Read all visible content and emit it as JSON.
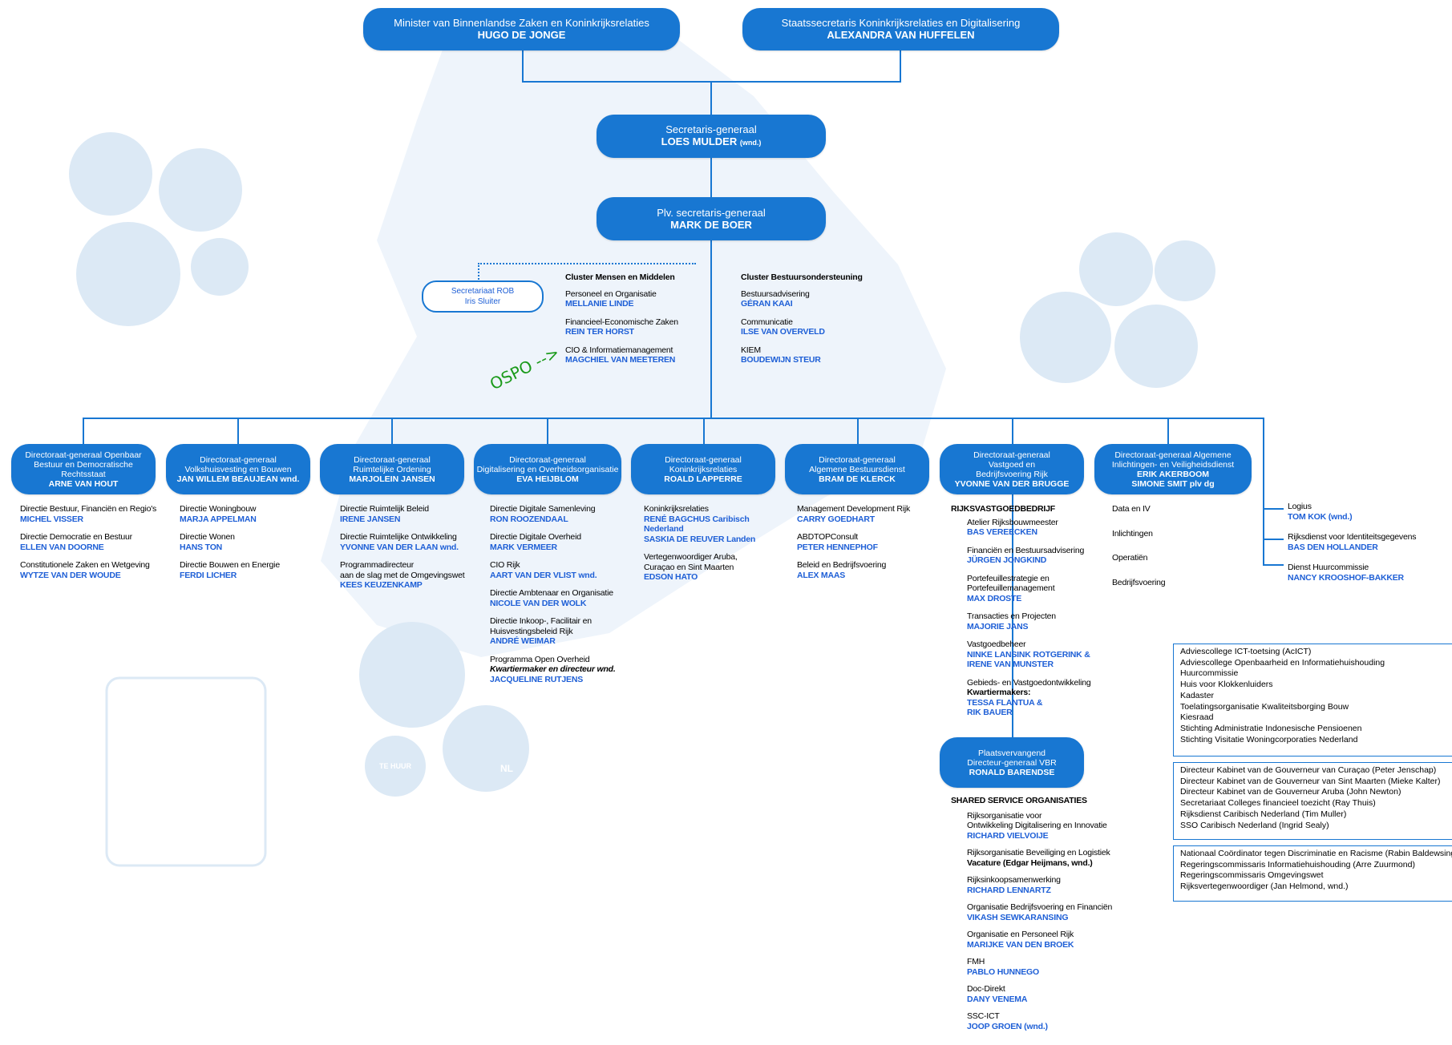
{
  "minister": {
    "title": "Minister van Binnenlandse Zaken en Koninkrijksrelaties",
    "name": "HUGO DE JONGE"
  },
  "staatssecretaris": {
    "title": "Staatssecretaris Koninkrijksrelaties en Digitalisering",
    "name": "ALEXANDRA VAN HUFFELEN"
  },
  "sg": {
    "title": "Secretaris-generaal",
    "name": "LOES MULDER",
    "suffix": "(wnd.)"
  },
  "psg": {
    "title": "Plv. secretaris-generaal",
    "name": "MARK DE BOER"
  },
  "rob": {
    "title": "Secretariaat ROB",
    "name": "Iris Sluiter"
  },
  "ospo": "OSPO -->",
  "cluster_mensen": {
    "header": "Cluster Mensen en Middelen",
    "items": [
      {
        "label": "Personeel en Organisatie",
        "name": "MELLANIE LINDE"
      },
      {
        "label": "Financieel-Economische Zaken",
        "name": "REIN TER HORST"
      },
      {
        "label": "CIO & Informatiemanagement",
        "name": "MAGCHIEL VAN MEETEREN"
      }
    ]
  },
  "cluster_bestuur": {
    "header": "Cluster Bestuursondersteuning",
    "items": [
      {
        "label": "Bestuursadvisering",
        "name": "GÉRAN KAAI"
      },
      {
        "label": "Communicatie",
        "name": "ILSE VAN OVERVELD"
      },
      {
        "label": "KIEM",
        "name": "BOUDEWIJN STEUR"
      }
    ]
  },
  "dgs": [
    {
      "l1": "Directoraat-generaal Openbaar",
      "l2": "Bestuur en Democratische Rechtsstaat",
      "name": "ARNE VAN HOUT"
    },
    {
      "l1": "Directoraat-generaal",
      "l2": "Volkshuisvesting en Bouwen",
      "name": "JAN WILLEM BEAUJEAN wnd."
    },
    {
      "l1": "Directoraat-generaal",
      "l2": "Ruimtelijke Ordening",
      "name": "MARJOLEIN JANSEN"
    },
    {
      "l1": "Directoraat-generaal",
      "l2": "Digitalisering en Overheidsorganisatie",
      "name": "EVA HEIJBLOM"
    },
    {
      "l1": "Directoraat-generaal",
      "l2": "Koninkrijksrelaties",
      "name": "ROALD LAPPERRE"
    },
    {
      "l1": "Directoraat-generaal",
      "l2": "Algemene Bestuursdienst",
      "name": "BRAM DE KLERCK"
    },
    {
      "l1": "Directoraat-generaal",
      "l2": "Vastgoed en",
      "l3": "Bedrijfsvoering Rijk",
      "name": "YVONNE VAN DER BRUGGE"
    },
    {
      "l1": "Directoraat-generaal Algemene",
      "l2": "Inlichtingen- en Veiligheidsdienst",
      "name": "ERIK AKERBOOM",
      "name2": "SIMONE SMIT plv dg"
    }
  ],
  "col1": [
    {
      "label": "Directie Bestuur, Financiën en Regio's",
      "name": "MICHEL VISSER"
    },
    {
      "label": "Directie Democratie en Bestuur",
      "name": "ELLEN VAN DOORNE"
    },
    {
      "label": "Constitutionele Zaken en Wetgeving",
      "name": "WYTZE VAN DER WOUDE"
    }
  ],
  "col2": [
    {
      "label": "Directie Woningbouw",
      "name": "MARJA APPELMAN"
    },
    {
      "label": "Directie Wonen",
      "name": "HANS TON"
    },
    {
      "label": "Directie Bouwen en Energie",
      "name": "FERDI LICHER"
    }
  ],
  "col3": [
    {
      "label": "Directie Ruimtelijk Beleid",
      "name": "IRENE JANSEN"
    },
    {
      "label": "Directie Ruimtelijke Ontwikkeling",
      "name": "YVONNE VAN DER LAAN wnd."
    },
    {
      "label": "Programmadirecteur",
      "label2": "aan de slag met de Omgevingswet",
      "name": "KEES KEUZENKAMP"
    }
  ],
  "col4": [
    {
      "label": "Directie Digitale Samenleving",
      "name": "RON ROOZENDAAL"
    },
    {
      "label": "Directie Digitale Overheid",
      "name": "MARK VERMEER"
    },
    {
      "label": "CIO Rijk",
      "name": "AART VAN DER VLIST wnd."
    },
    {
      "label": "Directie Ambtenaar en Organisatie",
      "name": "NICOLE VAN DER WOLK"
    },
    {
      "label": "Directie Inkoop-, Facilitair en",
      "label2": "Huisvestingsbeleid Rijk",
      "name": "ANDRÉ WEIMAR"
    },
    {
      "label": "Programma Open Overheid",
      "label2": "Kwartiermaker en directeur wnd.",
      "name": "JACQUELINE RUTJENS"
    }
  ],
  "col5": [
    {
      "label": "Koninkrijksrelaties",
      "name": "RENÉ BAGCHUS Caribisch Nederland",
      "name2": "SASKIA DE REUVER Landen"
    },
    {
      "label": "Vertegenwoordiger Aruba,",
      "label2": "Curaçao en Sint Maarten",
      "name": "EDSON HATO"
    }
  ],
  "col6": [
    {
      "label": "Management Development Rijk",
      "name": "CARRY GOEDHART"
    },
    {
      "label": "ABDTOPConsult",
      "name": "PETER HENNEPHOF"
    },
    {
      "label": "Beleid en Bedrijfsvoering",
      "name": "ALEX MAAS"
    }
  ],
  "rvb": {
    "header": "RIJKSVASTGOEDBEDRIJF",
    "items": [
      {
        "label": "Atelier Rijksbouwmeester",
        "name": "BAS VEREECKEN"
      },
      {
        "label": "Financiën en Bestuursadvisering",
        "name": "JÜRGEN JONGKIND"
      },
      {
        "label": "Portefeuillestrategie en",
        "label2": "Portefeuillemanagement",
        "name": "MAX DROSTE"
      },
      {
        "label": "Transacties en Projecten",
        "name": "MAJORIE JANS"
      },
      {
        "label": "Vastgoedbeheer",
        "name": "NINKE LANSINK ROTGERINK &",
        "name2": "IRENE VAN MUNSTER"
      },
      {
        "label": "Gebieds- en Vastgoedontwikkeling",
        "label2": "Kwartiermakers:",
        "name": "TESSA FLANTUA &",
        "name2": "RIK BAUER"
      }
    ]
  },
  "plv_vbr": {
    "l1": "Plaatsvervangend",
    "l2": "Directeur-generaal VBR",
    "name": "RONALD BARENDSE"
  },
  "sso": {
    "header": "SHARED SERVICE ORGANISATIES",
    "items": [
      {
        "label": "Rijksorganisatie voor",
        "label2": "Ontwikkeling Digitalisering en Innovatie",
        "name": "RICHARD VIELVOIJE"
      },
      {
        "label": "Rijksorganisatie Beveiliging en Logistiek",
        "label2": "Vacature (Edgar Heijmans, wnd.)"
      },
      {
        "label": "Rijksinkoopsamenwerking",
        "name": "RICHARD LENNARTZ"
      },
      {
        "label": "Organisatie Bedrijfsvoering en Financiën",
        "name": "VIKASH SEWKARANSING"
      },
      {
        "label": "Organisatie en Personeel Rijk",
        "name": "MARIJKE VAN DEN BROEK"
      },
      {
        "label": "FMH",
        "name": "PABLO HUNNEGO"
      },
      {
        "label": "Doc-Direkt",
        "name": "DANY VENEMA"
      },
      {
        "label": "SSC-ICT",
        "name": "JOOP GROEN (wnd.)"
      }
    ]
  },
  "aivd": [
    "Data en IV",
    "Inlichtingen",
    "Operatiën",
    "Bedrijfsvoering"
  ],
  "right": [
    {
      "label": "Logius",
      "name": "TOM KOK (wnd.)"
    },
    {
      "label": "Rijksdienst voor Identiteitsgegevens",
      "name": "BAS DEN HOLLANDER"
    },
    {
      "label": "Dienst Huurcommissie",
      "name": "NANCY KROOSHOF-BAKKER"
    }
  ],
  "box1": [
    "Adviescollege ICT-toetsing (AcICT)",
    "Adviescollege Openbaarheid en Informatiehuishouding",
    "Huurcommissie",
    "Huis voor Klokkenluiders",
    "Kadaster",
    "Toelatingsorganisatie Kwaliteitsborging Bouw",
    "Kiesraad",
    "Stichting Administratie Indonesische Pensioenen",
    "Stichting Visitatie Woningcorporaties Nederland"
  ],
  "box2": [
    "Directeur Kabinet van de Gouverneur van Curaçao (Peter Jenschap)",
    "Directeur Kabinet van de Gouverneur van Sint Maarten (Mieke Kalter)",
    "Directeur Kabinet van de Gouverneur Aruba (John Newton)",
    "Secretariaat Colleges financieel toezicht (Ray Thuis)",
    "Rijksdienst Caribisch Nederland (Tim Muller)",
    "SSO Caribisch Nederland (Ingrid Sealy)"
  ],
  "box3": [
    "Nationaal Coördinator tegen Discriminatie en Racisme (Rabin Baldewsingh)",
    "Regeringscommissaris Informatiehuishouding (Arre Zuurmond)",
    "Regeringscommissaris Omgevingswet",
    "Rijksvertegenwoordiger (Jan Helmond, wnd.)"
  ],
  "icons": {
    "ts_huur": "TE HUUR",
    "nl": "NL"
  },
  "colors": {
    "accent": "#1877d2",
    "name": "#1e5fd6",
    "deco": "#dce9f5"
  }
}
